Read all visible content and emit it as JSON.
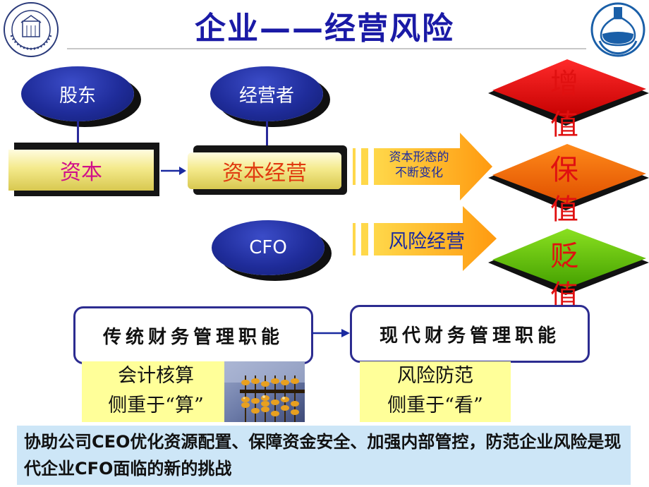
{
  "title": "企业——经营风险",
  "nodes": {
    "shareholder": "股东",
    "manager": "经营者",
    "cfo": "CFO",
    "capital": "资本",
    "capital_operation": "资本经营",
    "capital_form_line1": "资本形态的",
    "capital_form_line2": "不断变化",
    "risk_operation": "风险经营"
  },
  "outcomes": {
    "increase": [
      "增",
      "值"
    ],
    "preserve": [
      "保",
      "值"
    ],
    "depreciate": [
      "贬",
      "值"
    ],
    "colors": [
      "#ff0000",
      "#ff6600",
      "#66cc00"
    ]
  },
  "traditional": {
    "label": "传统财务管理职能",
    "note_line1": "会计核算",
    "note_line2": "侧重于“算”"
  },
  "modern": {
    "label": "现代财务管理职能",
    "note_line1": "风险防范",
    "note_line2": "侧重于“看”"
  },
  "summary": "协助公司CEO优化资源配置、保障资金安全、加强内部管控，防范企业风险是现代企业CFO面临的新的挑战"
}
